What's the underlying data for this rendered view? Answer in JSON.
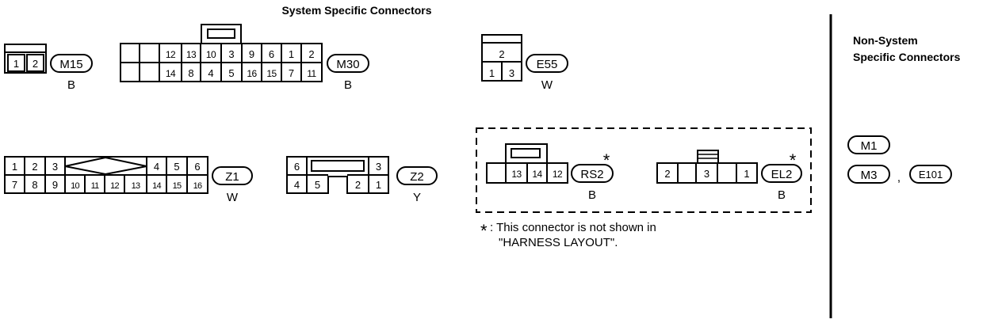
{
  "header": {
    "title": "System Specific Connectors",
    "side_title_line1": "Non-System",
    "side_title_line2": "Specific Connectors"
  },
  "connectors": {
    "m15": {
      "id": "M15",
      "color": "B",
      "pins": [
        "1",
        "2"
      ]
    },
    "m30": {
      "id": "M30",
      "color": "B",
      "row1": [
        "",
        "",
        "12",
        "13",
        "10",
        "3",
        "9",
        "6",
        "1",
        "2"
      ],
      "row2": [
        "",
        "",
        "14",
        "8",
        "4",
        "5",
        "16",
        "15",
        "7",
        "11"
      ]
    },
    "e55": {
      "id": "E55",
      "color": "W",
      "row1": [
        "2"
      ],
      "row2": [
        "1",
        "3"
      ]
    },
    "z1": {
      "id": "Z1",
      "color": "W",
      "row1_left": [
        "1",
        "2",
        "3"
      ],
      "row1_right": [
        "4",
        "5",
        "6"
      ],
      "row2": [
        "7",
        "8",
        "9",
        "10",
        "11",
        "12",
        "13",
        "14",
        "15",
        "16"
      ]
    },
    "z2": {
      "id": "Z2",
      "color": "Y",
      "row1_left": "6",
      "row1_right": "3",
      "row2": [
        "4",
        "5",
        "2",
        "1"
      ]
    },
    "rs2": {
      "id": "RS2",
      "color": "B",
      "mark": "*",
      "pins": [
        "13",
        "14",
        "12"
      ]
    },
    "el2": {
      "id": "EL2",
      "color": "B",
      "mark": "*",
      "pins": [
        "2",
        "3",
        "1"
      ]
    }
  },
  "footnote": {
    "mark": "*",
    "line1": ": This connector is not shown in",
    "line2": "\"HARNESS LAYOUT\"."
  },
  "non_system": {
    "m1": "M1",
    "m3": "M3",
    "separator": ",",
    "e101": "E101"
  }
}
